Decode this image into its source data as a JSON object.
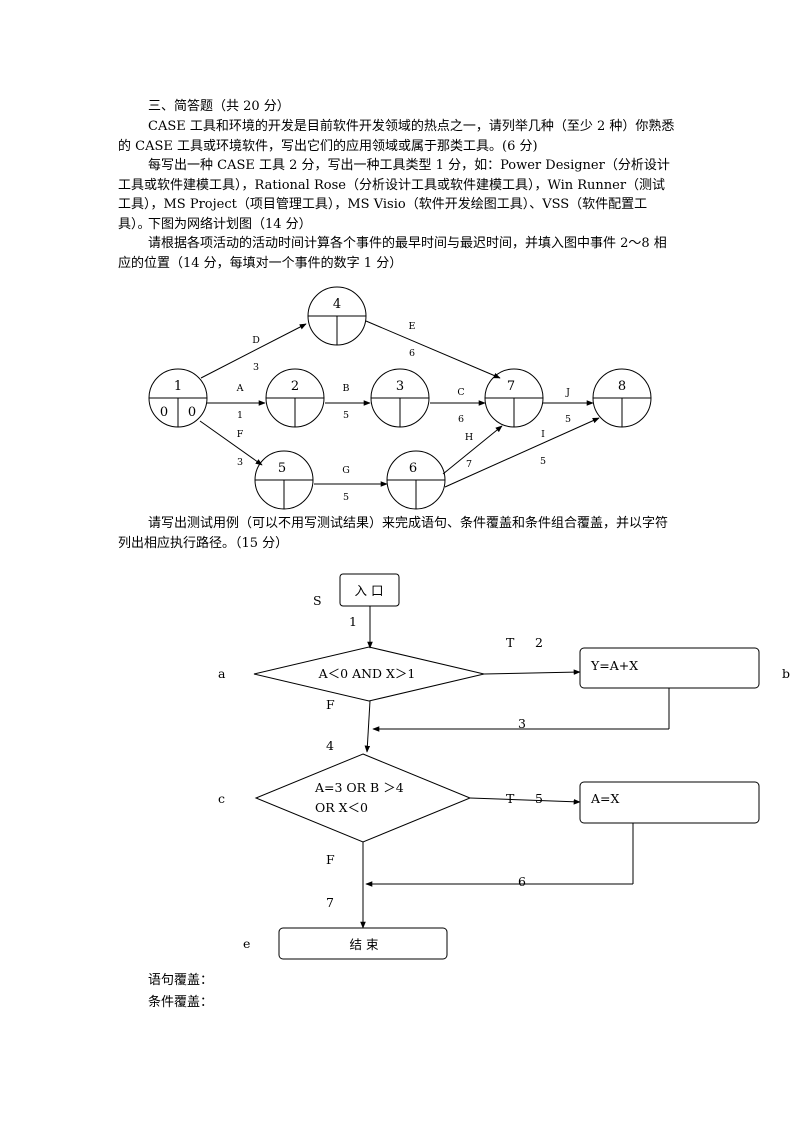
{
  "section3": {
    "heading": "三、简答题（共 20 分）",
    "q1_text": "CASE 工具和环境的开发是目前软件开发领域的热点之一，请列举几种（至少 2 种）你熟悉的 CASE 工具或环境软件，写出它们的应用领域或属于那类工具。(6 分)",
    "q1_answer": "每写出一种 CASE 工具 2 分，写出一种工具类型 1 分，如：Power Designer（分析设计工具或软件建模工具），Rational Rose（分析设计工具或软件建模工具），Win Runner（测试工具），MS Project（项目管理工具），MS Visio（软件开发绘图工具）、VSS（软件配置工具）。",
    "q2_intro": "下图为网络计划图（14 分）",
    "q2_text": "请根据各项活动的活动时间计算各个事件的最早时间与最迟时间，并填入图中事件 2～8 相应的位置（14 分，每填对一个事件的数字 1 分）",
    "q3_text": "请写出测试用例（可以不用写测试结果）来完成语句、条件覆盖和条件组合覆盖，并以字符列出相应执行路径。（15 分）",
    "stmt_cov": "语句覆盖：",
    "cond_cov": "条件覆盖："
  },
  "network": {
    "nodes": [
      {
        "id": "1",
        "early": "0",
        "late": "0"
      },
      {
        "id": "2",
        "early": "",
        "late": ""
      },
      {
        "id": "3",
        "early": "",
        "late": ""
      },
      {
        "id": "4",
        "early": "",
        "late": ""
      },
      {
        "id": "5",
        "early": "",
        "late": ""
      },
      {
        "id": "6",
        "early": "",
        "late": ""
      },
      {
        "id": "7",
        "early": "",
        "late": ""
      },
      {
        "id": "8",
        "early": "",
        "late": ""
      }
    ],
    "activities": [
      {
        "name": "A",
        "duration": "1"
      },
      {
        "name": "B",
        "duration": "5"
      },
      {
        "name": "C",
        "duration": "6"
      },
      {
        "name": "D",
        "duration": "3"
      },
      {
        "name": "E",
        "duration": "6"
      },
      {
        "name": "F",
        "duration": "3"
      },
      {
        "name": "G",
        "duration": "5"
      },
      {
        "name": "H",
        "duration": "7"
      },
      {
        "name": "I",
        "duration": "5"
      },
      {
        "name": "J",
        "duration": "5"
      }
    ]
  },
  "flowchart": {
    "entry": "入 口",
    "cond1": "A＜0 AND X＞1",
    "action1": "Y=A+X",
    "cond2_line1": "A=3  OR  B ＞4",
    "cond2_line2": "OR X＜0",
    "action2": "A=X",
    "exit": "结 束",
    "label_s": "S",
    "label_a": "a",
    "label_b": "b",
    "label_c": "c",
    "label_e": "e",
    "true1": "T",
    "true2": "T",
    "false1": "F",
    "false2": "F",
    "edge1": "1",
    "edge2": "2",
    "edge3": "3",
    "edge4": "4",
    "edge5": "5",
    "edge6": "6",
    "edge7": "7"
  }
}
